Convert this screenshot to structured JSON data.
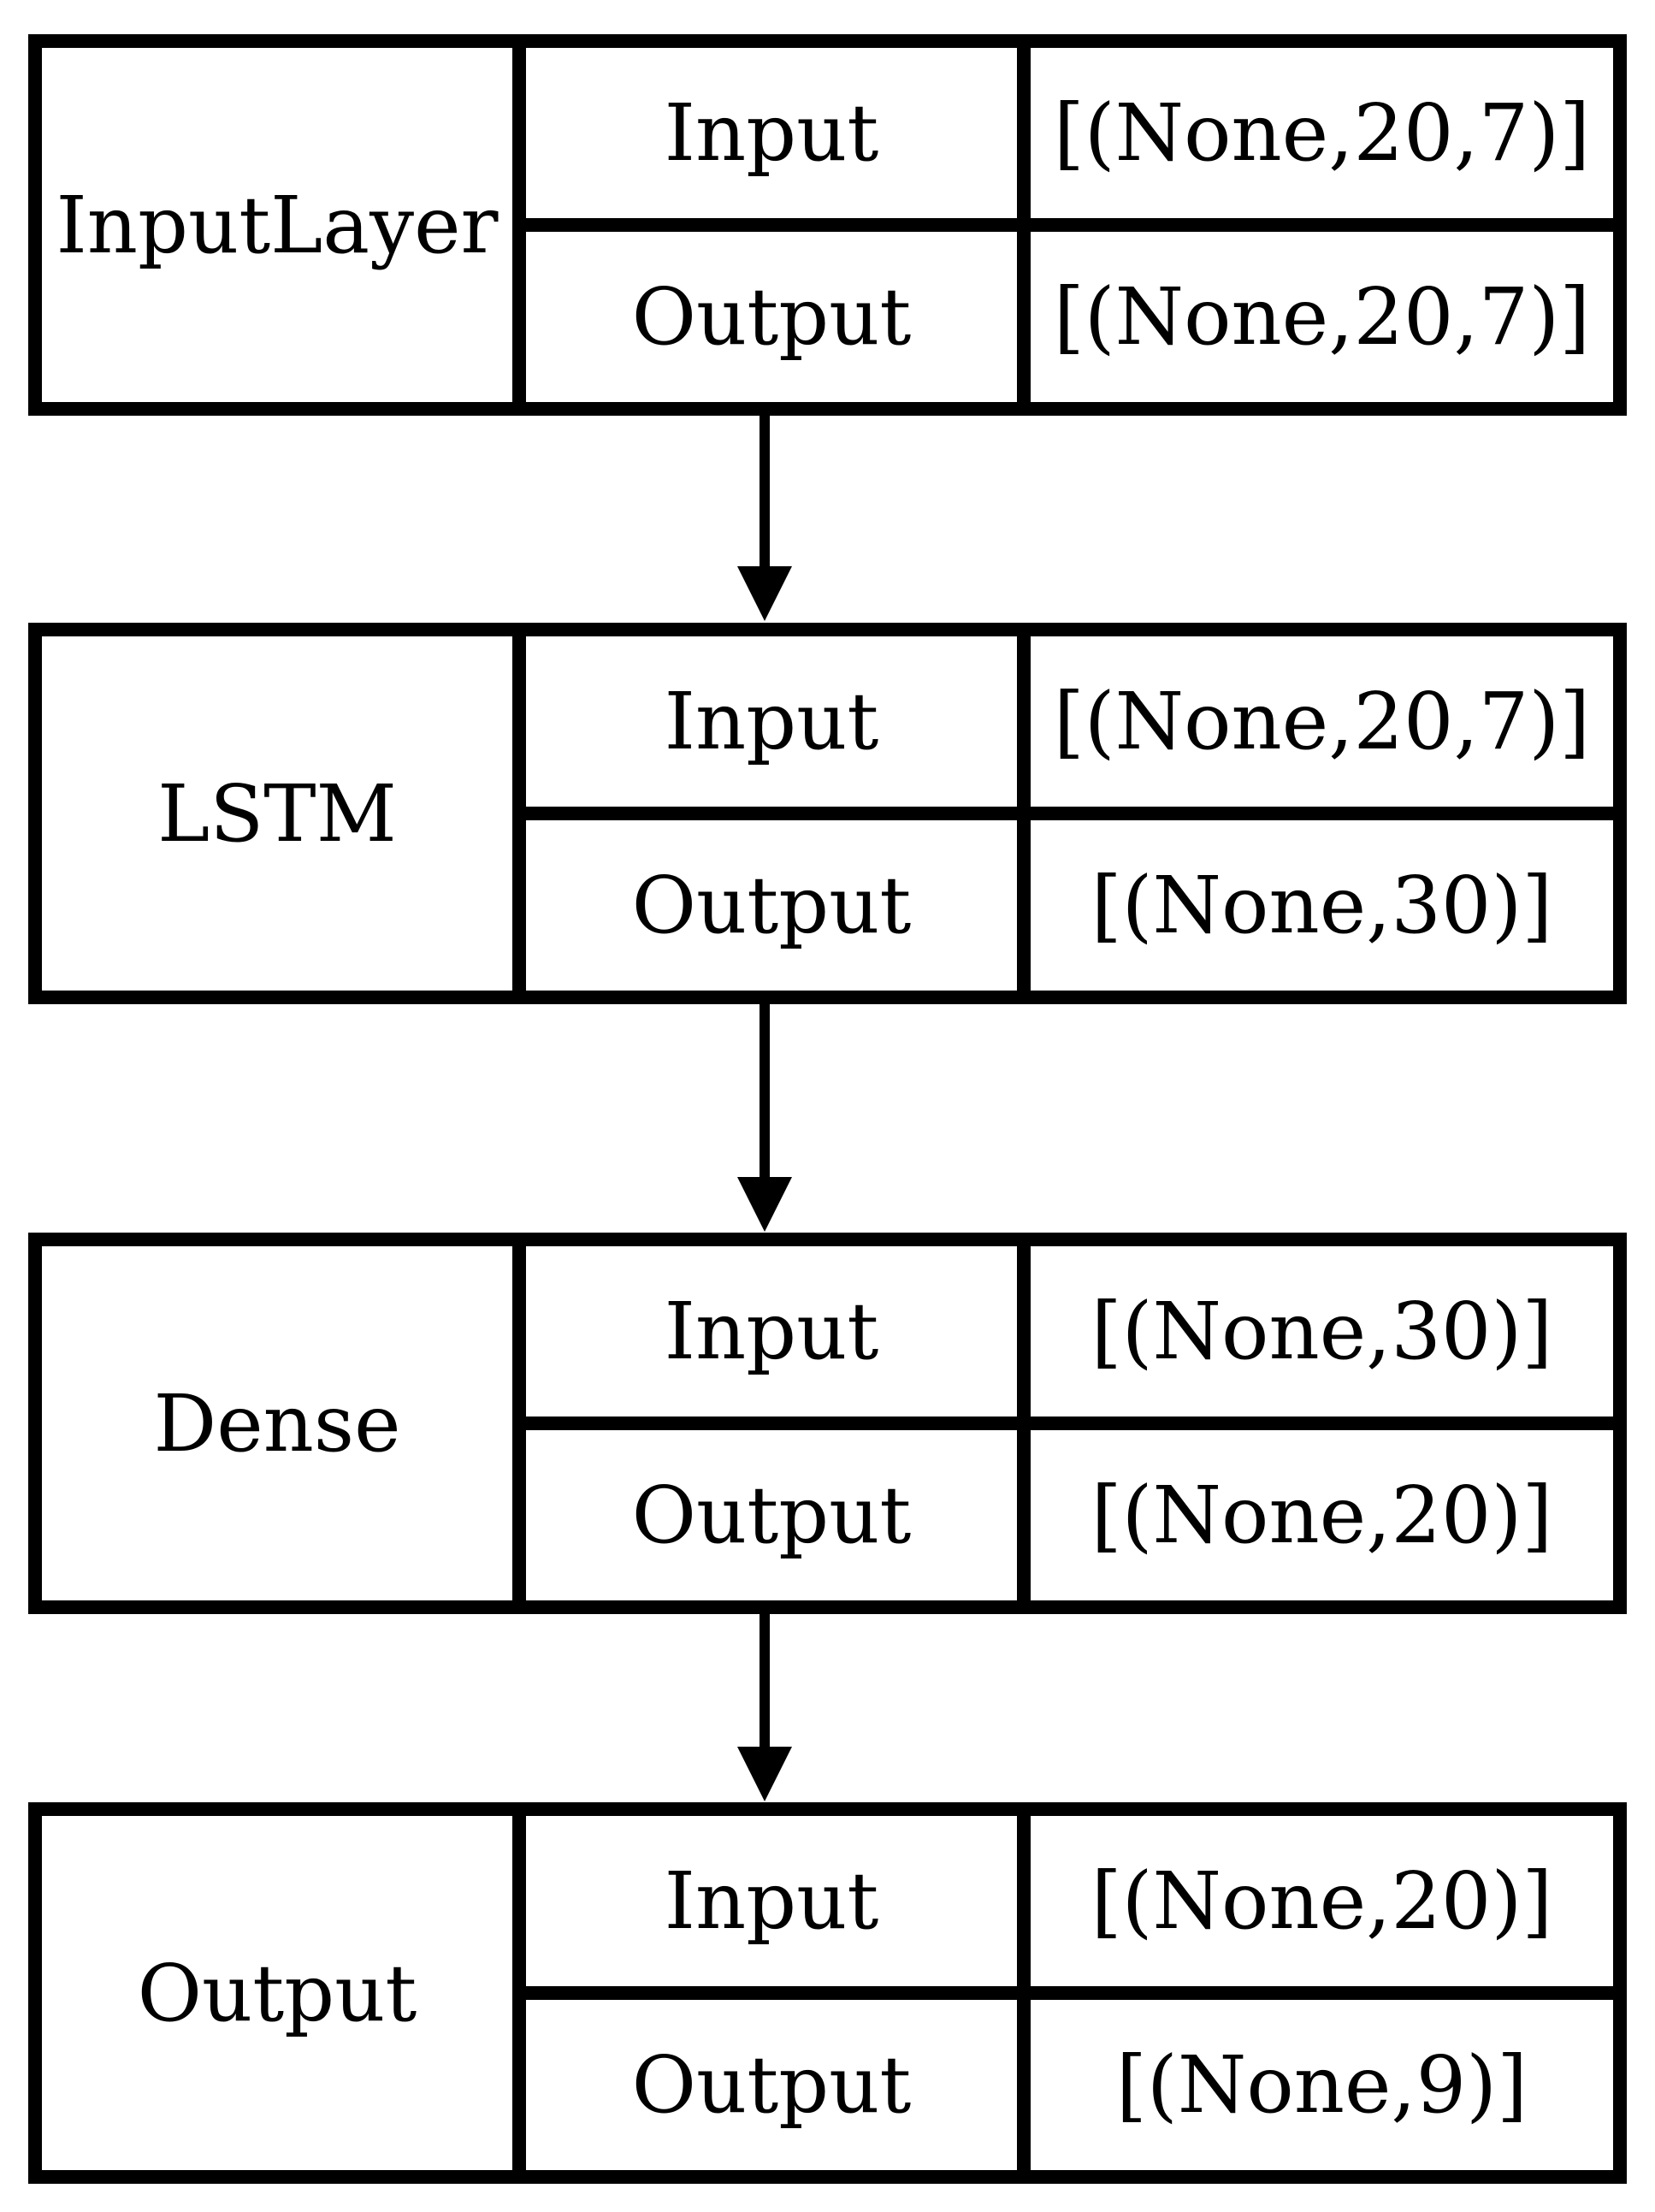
{
  "layers": [
    {
      "name": "InputLayer",
      "input_label": "Input",
      "input_shape": "[(None,20,7)]",
      "output_label": "Output",
      "output_shape": "[(None,20,7)]"
    },
    {
      "name": "LSTM",
      "input_label": "Input",
      "input_shape": "[(None,20,7)]",
      "output_label": "Output",
      "output_shape": "[(None,30)]"
    },
    {
      "name": "Dense",
      "input_label": "Input",
      "input_shape": "[(None,30)]",
      "output_label": "Output",
      "output_shape": "[(None,20)]"
    },
    {
      "name": "Output",
      "input_label": "Input",
      "input_shape": "[(None,20)]",
      "output_label": "Output",
      "output_shape": "[(None,9)]"
    }
  ]
}
